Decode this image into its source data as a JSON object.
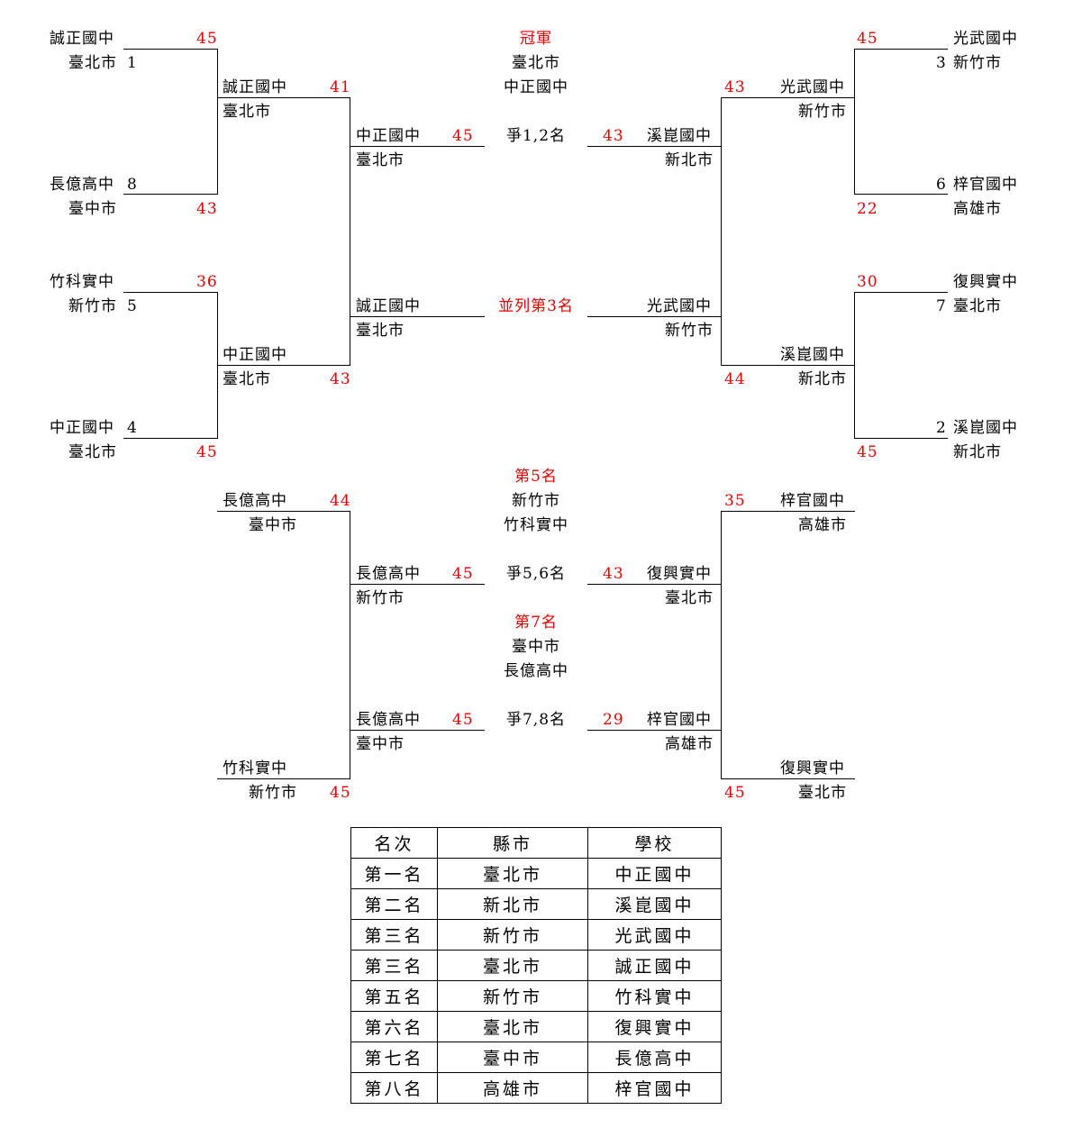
{
  "round1": [
    {
      "school": "誠正國中",
      "city": "臺北市",
      "seed": "1",
      "score": "45"
    },
    {
      "school": "長億高中",
      "city": "臺中市",
      "seed": "8",
      "score": "43"
    },
    {
      "school": "竹科實中",
      "city": "新竹市",
      "seed": "5",
      "score": "36"
    },
    {
      "school": "中正國中",
      "city": "臺北市",
      "seed": "4",
      "score": "45"
    },
    {
      "school": "光武國中",
      "city": "新竹市",
      "seed": "3",
      "score": "45"
    },
    {
      "school": "梓官國中",
      "city": "高雄市",
      "seed": "6",
      "score": "22"
    },
    {
      "school": "復興實中",
      "city": "臺北市",
      "seed": "7",
      "score": "30"
    },
    {
      "school": "溪崑國中",
      "city": "新北市",
      "seed": "2",
      "score": "45"
    }
  ],
  "round2": [
    {
      "school": "誠正國中",
      "city": "臺北市",
      "score": "41"
    },
    {
      "school": "中正國中",
      "city": "臺北市",
      "score": "43"
    },
    {
      "school": "光武國中",
      "city": "新竹市",
      "score": "43"
    },
    {
      "school": "溪崑國中",
      "city": "新北市",
      "score": "44"
    }
  ],
  "final": {
    "left": {
      "school": "中正國中",
      "city": "臺北市",
      "score": "45"
    },
    "right": {
      "school": "溪崑國中",
      "city": "新北市",
      "score": "43"
    },
    "champion_label": "冠軍",
    "champion_city": "臺北市",
    "champion_school": "中正國中",
    "game_label": "爭1,2名"
  },
  "third": {
    "left": {
      "school": "誠正國中",
      "city": "臺北市"
    },
    "right": {
      "school": "光武國中",
      "city": "新竹市"
    },
    "label": "並列第3名"
  },
  "consolation_r1": [
    {
      "school": "長億高中",
      "city": "臺中市",
      "score": "44"
    },
    {
      "school": "竹科實中",
      "city": "新竹市",
      "score": "45"
    },
    {
      "school": "梓官國中",
      "city": "高雄市",
      "score": "35"
    },
    {
      "school": "復興實中",
      "city": "臺北市",
      "score": "45"
    }
  ],
  "fifth": {
    "left": {
      "school": "長億高中",
      "city": "新竹市",
      "score": "45"
    },
    "right": {
      "school": "復興實中",
      "city": "臺北市",
      "score": "43"
    },
    "winner_label": "第5名",
    "winner_city": "新竹市",
    "winner_school": "竹科實中",
    "game_label": "爭5,6名"
  },
  "seventh": {
    "left": {
      "school": "長億高中",
      "city": "臺中市",
      "score": "45"
    },
    "right": {
      "school": "梓官國中",
      "city": "高雄市",
      "score": "29"
    },
    "winner_label": "第7名",
    "winner_city": "臺中市",
    "winner_school": "長億高中",
    "game_label": "爭7,8名"
  },
  "results": {
    "headers": [
      "名次",
      "縣市",
      "學校"
    ],
    "rows": [
      [
        "第一名",
        "臺北市",
        "中正國中"
      ],
      [
        "第二名",
        "新北市",
        "溪崑國中"
      ],
      [
        "第三名",
        "新竹市",
        "光武國中"
      ],
      [
        "第三名",
        "臺北市",
        "誠正國中"
      ],
      [
        "第五名",
        "新竹市",
        "竹科實中"
      ],
      [
        "第六名",
        "臺北市",
        "復興實中"
      ],
      [
        "第七名",
        "臺中市",
        "長億高中"
      ],
      [
        "第八名",
        "高雄市",
        "梓官國中"
      ]
    ]
  },
  "colors": {
    "text": "#000000",
    "score": "#e60000",
    "line": "#000000"
  }
}
